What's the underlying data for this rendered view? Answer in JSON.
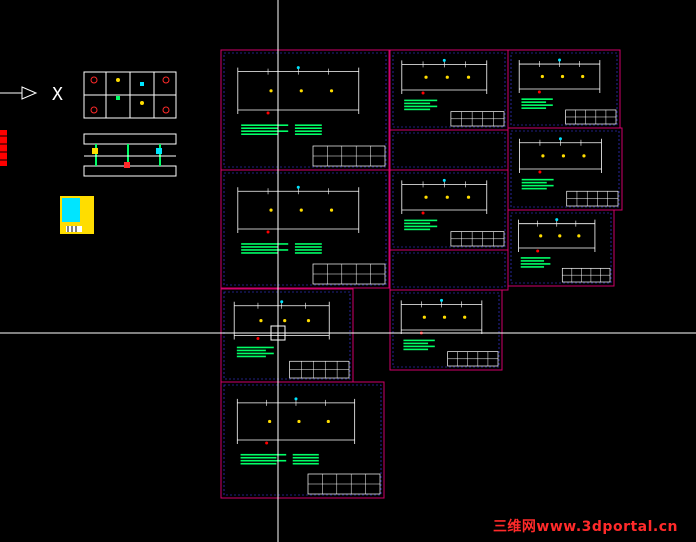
{
  "app": {
    "name": "CAD drawing viewport",
    "background_color": "#000000"
  },
  "ucs": {
    "axis_label": "X"
  },
  "colors": {
    "frame": "#d0006a",
    "frame_inner": "#4040ff",
    "geometry": "#ffffff",
    "dim_text": "#00ff66",
    "accent_yellow": "#ffdd00",
    "accent_red": "#ff0000",
    "accent_cyan": "#00e5ff",
    "crosshair": "#ffffff"
  },
  "watermark": {
    "text": "三维网www.3dportal.cn"
  }
}
